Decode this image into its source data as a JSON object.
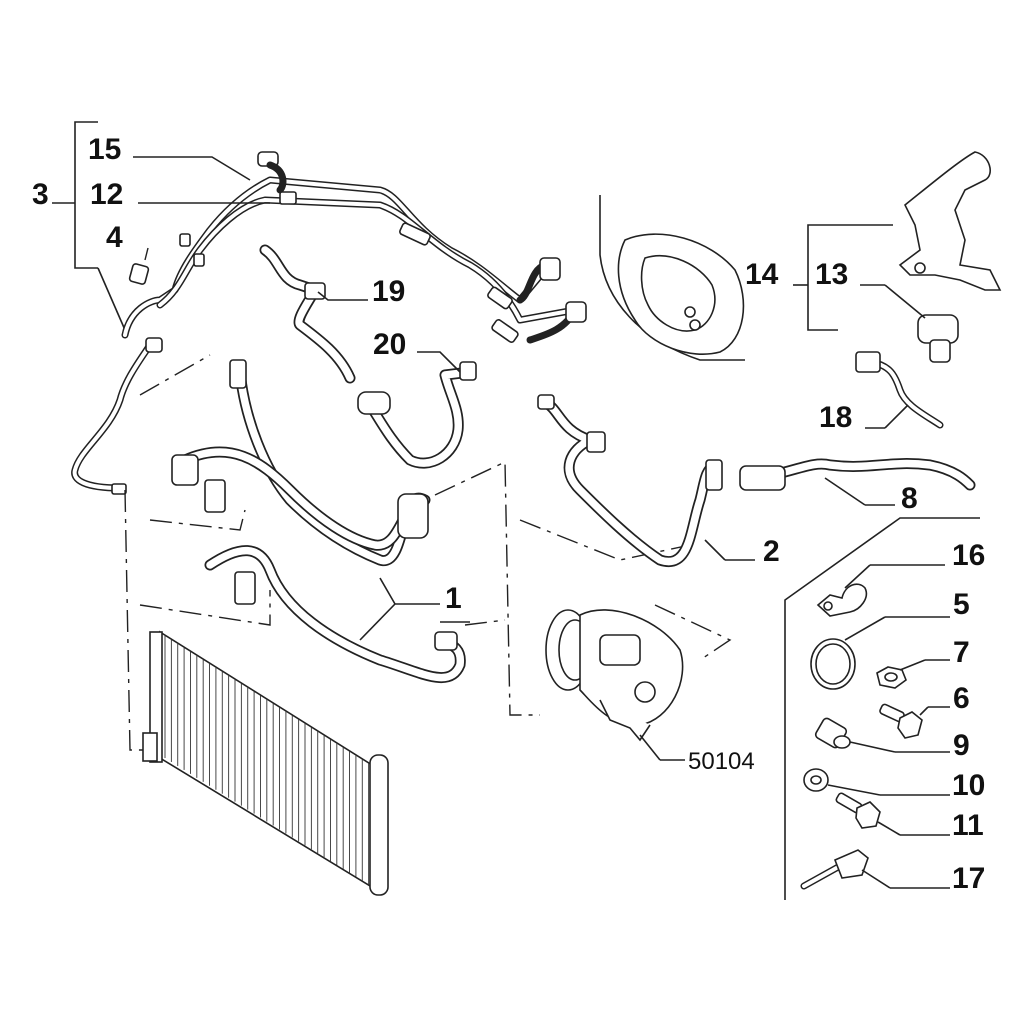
{
  "callouts": {
    "c1": "1",
    "c2": "2",
    "c3": "3",
    "c4": "4",
    "c5": "5",
    "c6": "6",
    "c7": "7",
    "c8": "8",
    "c9": "9",
    "c10": "10",
    "c11": "11",
    "c12": "12",
    "c13": "13",
    "c14": "14",
    "c15": "15",
    "c16": "16",
    "c17": "17",
    "c18": "18",
    "c19": "19",
    "c20": "20",
    "ref_compressor": "50104"
  }
}
